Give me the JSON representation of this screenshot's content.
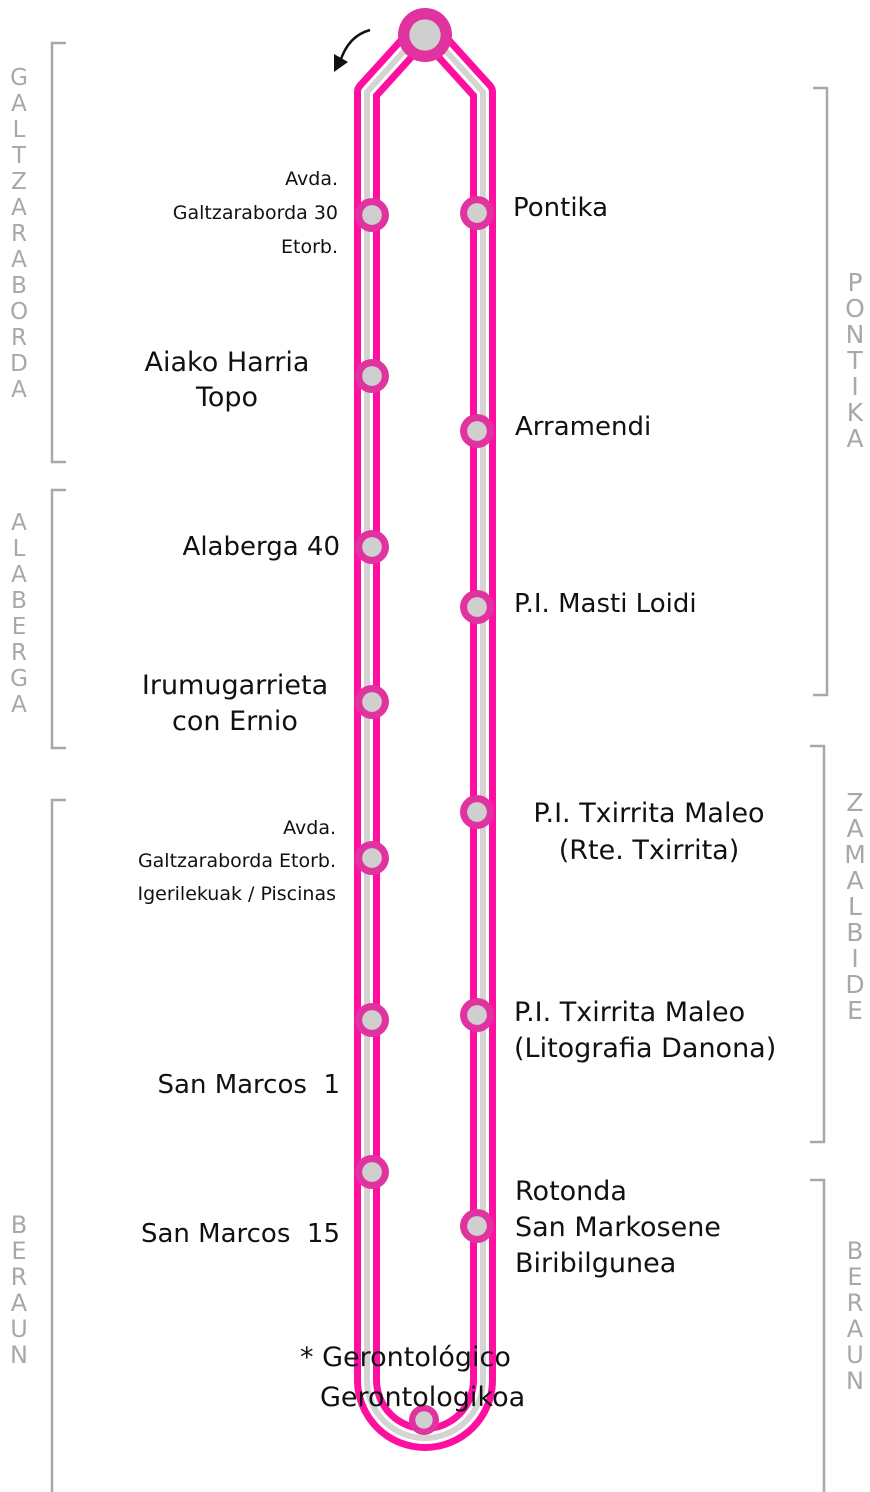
{
  "route": {
    "colors": {
      "line": "#ff0fa0",
      "line_inner": "#d4d4d4",
      "stop_ring": "#e0339f",
      "stop_fill": "#cfcfcf",
      "zone_bracket": "#a8a8a8",
      "zone_text": "#a8a8a8",
      "label_text": "#111111"
    },
    "direction_arrow": "curved-arrow-counterclockwise-icon"
  },
  "stops_left": [
    {
      "lines": [
        "Avda.",
        "Galtzaraborda 30",
        "Etorb."
      ]
    },
    {
      "lines": [
        "Aiako Harria",
        "Topo"
      ]
    },
    {
      "lines": [
        "Alaberga 40"
      ]
    },
    {
      "lines": [
        "Irumugarrieta",
        "con Ernio"
      ]
    },
    {
      "lines": [
        "Avda.",
        "Galtzaraborda Etorb.",
        "Igerilekuak / Piscinas"
      ]
    },
    {
      "lines": [
        "San Marcos  1"
      ]
    },
    {
      "lines": [
        "San Marcos  15"
      ]
    }
  ],
  "stops_right": [
    {
      "lines": [
        "Pontika"
      ]
    },
    {
      "lines": [
        "Arramendi"
      ]
    },
    {
      "lines": [
        "P.I. Masti Loidi"
      ]
    },
    {
      "lines": [
        "P.I. Txirrita Maleo",
        "(Rte. Txirrita)"
      ]
    },
    {
      "lines": [
        "P.I. Txirrita Maleo",
        "(Litografia Danona)"
      ]
    },
    {
      "lines": [
        "Rotonda",
        "San Markosene",
        "Biribilgunea"
      ]
    }
  ],
  "terminal_bottom": {
    "lines": [
      "* Gerontológico",
      "Gerontologikoa"
    ]
  },
  "zones_left": [
    {
      "name": "GALTZARABORDA"
    },
    {
      "name": "ALABERGA"
    },
    {
      "name": "BERAUN"
    }
  ],
  "zones_right": [
    {
      "name": "PONTIKA"
    },
    {
      "name": "ZAMALBIDE"
    },
    {
      "name": "BERAUN"
    }
  ]
}
